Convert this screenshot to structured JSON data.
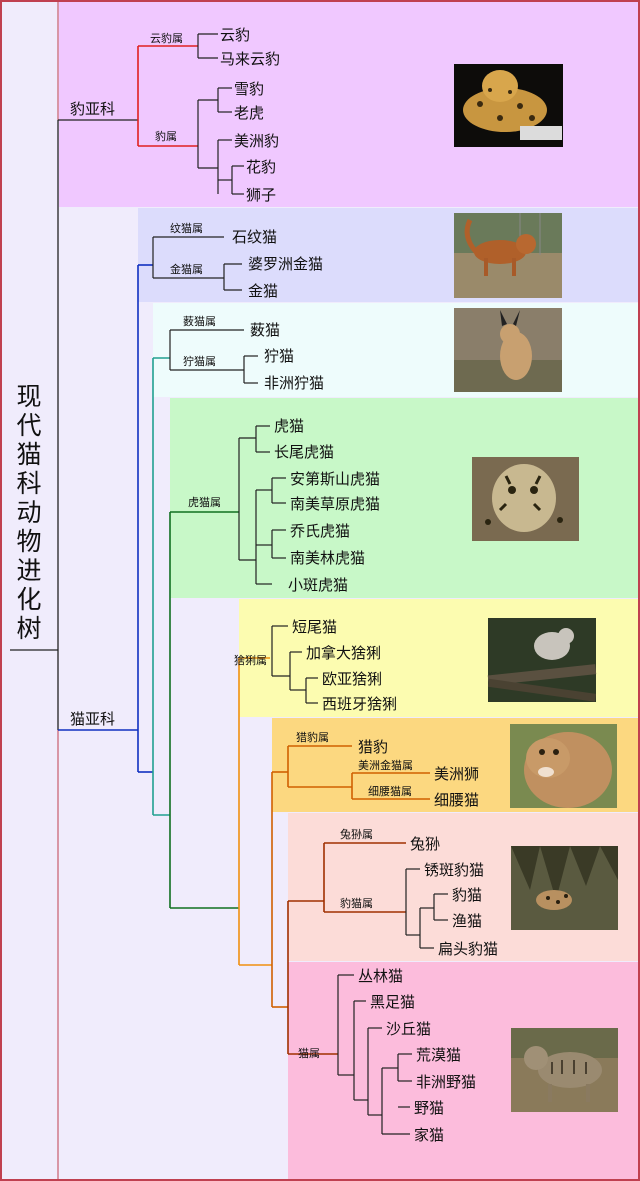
{
  "title": "现代猫科动物进化树",
  "subfamilies": {
    "pantherinae": "豹亚科",
    "felinae": "猫亚科"
  },
  "genera": {
    "neofelis": "云豹属",
    "panthera": "豹属",
    "pardofelis": "纹猫属",
    "catopuma": "金猫属",
    "leptailurus": "薮猫属",
    "caracal": "狞猫属",
    "leopardus": "虎猫属",
    "lynx": "猞猁属",
    "acinonyx": "猎豹属",
    "puma": "美洲金猫属",
    "herpailurus": "细腰猫属",
    "otocolobus": "兔狲属",
    "prionailurus": "豹猫属",
    "felis": "猫属"
  },
  "species": {
    "clouded_leopard": "云豹",
    "sunda_clouded_leopard": "马来云豹",
    "snow_leopard": "雪豹",
    "tiger": "老虎",
    "jaguar": "美洲豹",
    "leopard": "花豹",
    "lion": "狮子",
    "marbled_cat": "石纹猫",
    "bay_cat": "婆罗洲金猫",
    "golden_cat": "金猫",
    "serval": "薮猫",
    "caracal": "狞猫",
    "african_golden_cat": "非洲狞猫",
    "ocelot": "虎猫",
    "margay": "长尾虎猫",
    "andean_cat": "安第斯山虎猫",
    "pampas_cat": "南美草原虎猫",
    "geoffroys_cat": "乔氏虎猫",
    "kodkod": "南美林虎猫",
    "oncilla": "小斑虎猫",
    "bobcat": "短尾猫",
    "canada_lynx": "加拿大猞猁",
    "eurasian_lynx": "欧亚猞猁",
    "iberian_lynx": "西班牙猞猁",
    "cheetah": "猎豹",
    "cougar": "美洲狮",
    "jaguarundi": "细腰猫",
    "pallas_cat": "兔狲",
    "rusty_spotted_cat": "锈斑豹猫",
    "leopard_cat": "豹猫",
    "fishing_cat": "渔猫",
    "flat_headed_cat": "扁头豹猫",
    "jungle_cat": "丛林猫",
    "black_footed_cat": "黑足猫",
    "sand_cat": "沙丘猫",
    "chinese_mountain_cat": "荒漠猫",
    "african_wildcat": "非洲野猫",
    "wildcat": "野猫",
    "domestic_cat": "家猫"
  },
  "colors": {
    "pantherinae_bg": "#f0c8ff",
    "felinae_bg": "#f0ecfc",
    "pardofelis_bg": "#dcdcfc",
    "leptailurus_bg": "#eefcfc",
    "leopardus_bg": "#c8f8c8",
    "lynx_bg": "#fcfcb0",
    "puma_bg": "#fcd880",
    "prionailurus_bg": "#fcdcd8",
    "felis_bg": "#fcbcdc",
    "pantherinae_line": "#e02020",
    "felinae_line": "#1030c0",
    "pardofelis_line": "#1030c0",
    "leptailurus_line": "#20a090",
    "leopardus_line": "#107020",
    "lynx_line": "#f09010",
    "puma_line": "#d06000",
    "felis_line": "#a03000"
  },
  "photos": [
    "leopard-photo",
    "asian-golden-cat-photo",
    "caracal-photo",
    "ocelot-photo",
    "lynx-photo",
    "cougar-photo",
    "leopard-cat-photo",
    "wildcat-photo"
  ]
}
